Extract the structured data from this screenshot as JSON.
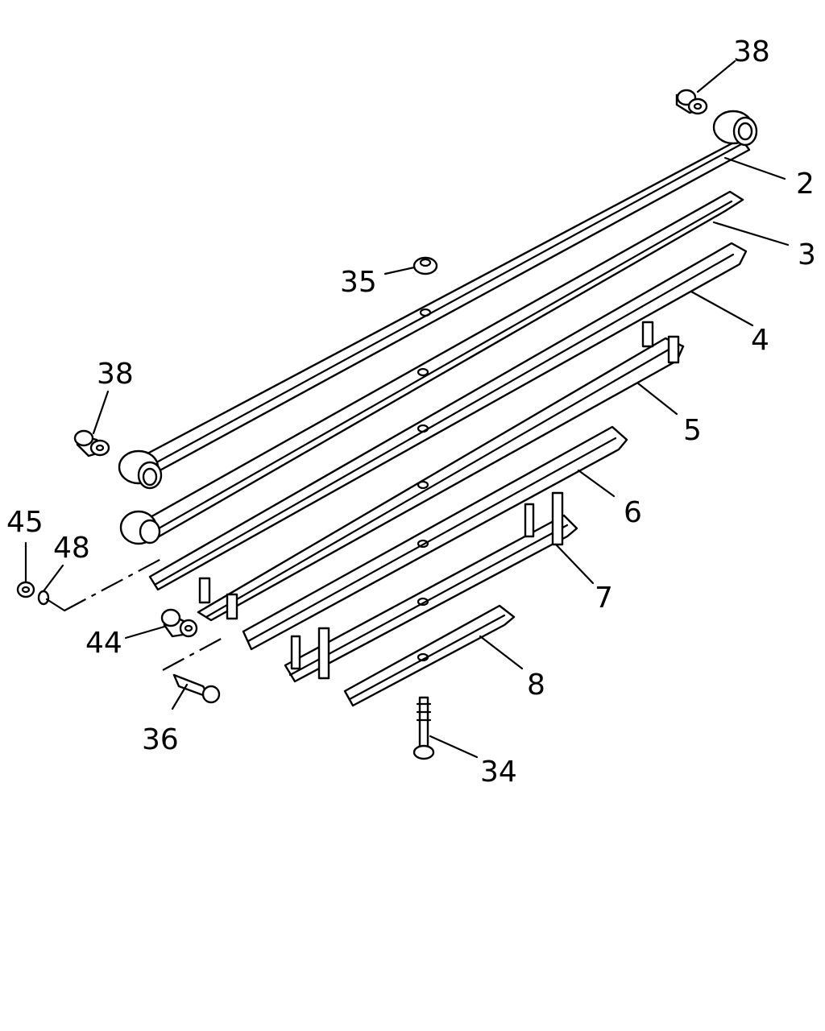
{
  "diagram": {
    "callouts": [
      {
        "id": "c38a",
        "label": "38"
      },
      {
        "id": "c2",
        "label": "2"
      },
      {
        "id": "c3",
        "label": "3"
      },
      {
        "id": "c35",
        "label": "35"
      },
      {
        "id": "c4",
        "label": "4"
      },
      {
        "id": "c38b",
        "label": "38"
      },
      {
        "id": "c5",
        "label": "5"
      },
      {
        "id": "c45",
        "label": "45"
      },
      {
        "id": "c48",
        "label": "48"
      },
      {
        "id": "c6",
        "label": "6"
      },
      {
        "id": "c7",
        "label": "7"
      },
      {
        "id": "c44",
        "label": "44"
      },
      {
        "id": "c8",
        "label": "8"
      },
      {
        "id": "c36",
        "label": "36"
      },
      {
        "id": "c34",
        "label": "34"
      }
    ]
  }
}
